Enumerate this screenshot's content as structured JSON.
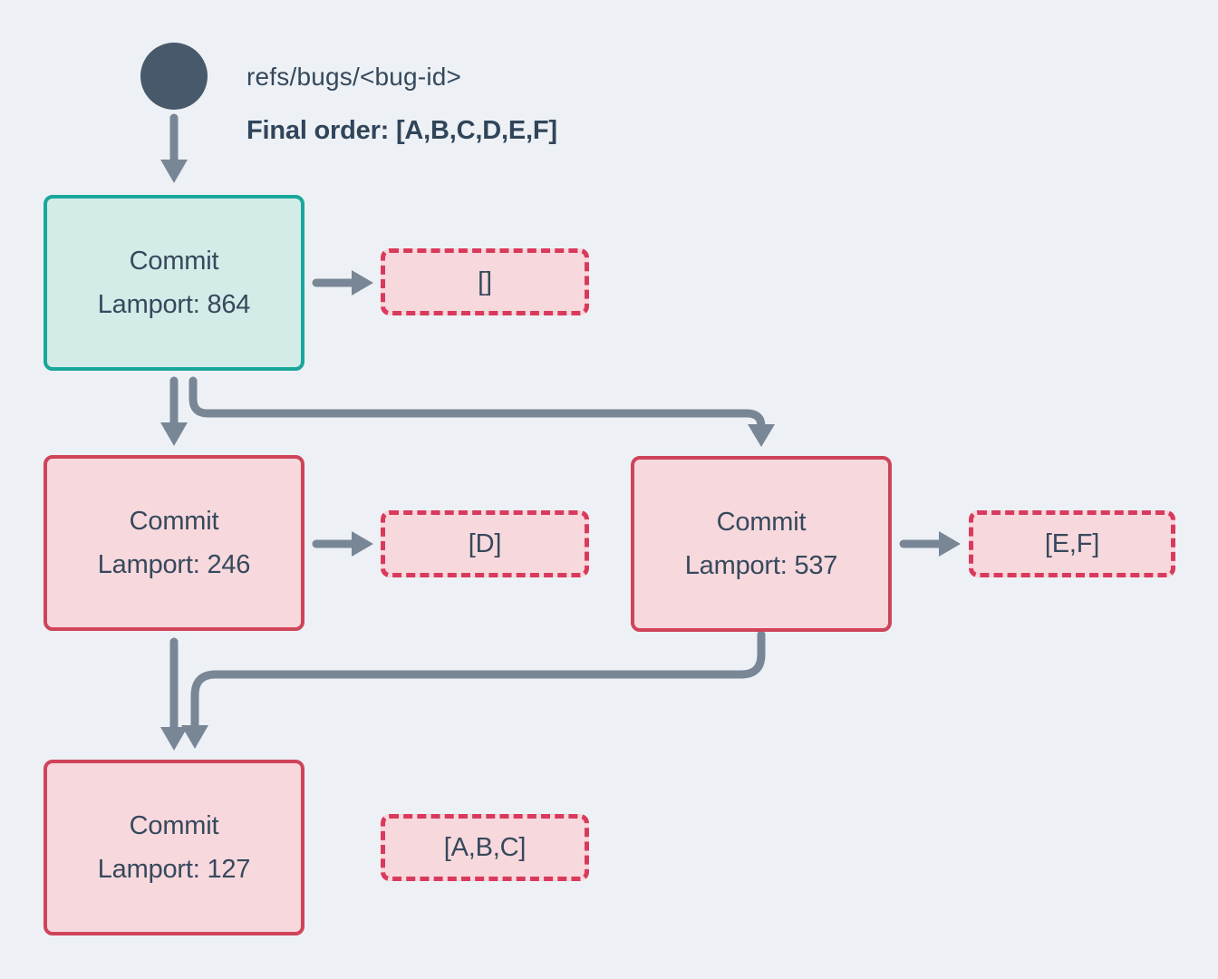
{
  "header": {
    "ref_label": "refs/bugs/<bug-id>",
    "final_order": "Final order: [A,B,C,D,E,F]"
  },
  "nodes": {
    "commit864": {
      "line1": "Commit",
      "line2": "Lamport: 864",
      "output": "[]"
    },
    "commit246": {
      "line1": "Commit",
      "line2": "Lamport: 246",
      "output": "[D]"
    },
    "commit537": {
      "line1": "Commit",
      "line2": "Lamport: 537",
      "output": "[E,F]"
    },
    "commit127": {
      "line1": "Commit",
      "line2": "Lamport: 127",
      "output": "[A,B,C]"
    }
  },
  "colors": {
    "background": "#edf1f5",
    "text": "#36495c",
    "arrow": "#788696",
    "circle": "#48596b",
    "teal_border": "#19a79a",
    "teal_fill": "#d3ece8",
    "pink_border": "#cf4459",
    "pink_fill": "#f7d8dd",
    "dashed_border": "#d93a5b"
  }
}
